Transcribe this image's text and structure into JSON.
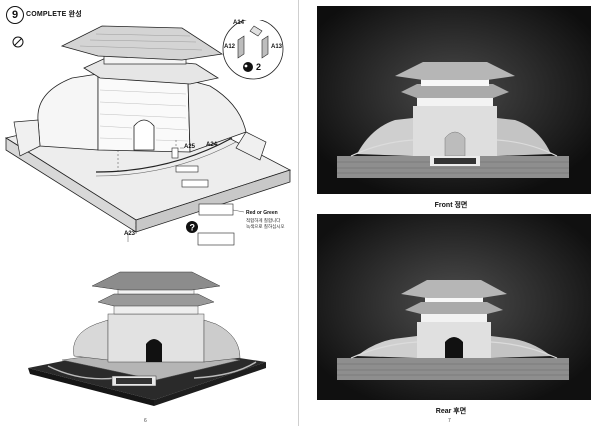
{
  "left_page": {
    "step_number": "9",
    "step_title": "COMPLETE 완성",
    "parts": {
      "a14": "A14",
      "a12": "A12",
      "a13": "A13",
      "a25": "A25",
      "a24": "A24",
      "a23": "A23",
      "glue_count": "2"
    },
    "color_note": {
      "title": "Red or Green",
      "text_line1": "적합하게 칠합니다",
      "text_line2": "녹색으로 칠하십시오"
    },
    "page_number": "6"
  },
  "right_page": {
    "caption_front": "Front 정면",
    "caption_rear": "Rear 후면",
    "page_number": "7"
  },
  "colors": {
    "paper": "#ffffff",
    "photo_background": "#1a1a1a",
    "model_base": "#2a2a2a",
    "brick_base": "#9a9a9a"
  }
}
